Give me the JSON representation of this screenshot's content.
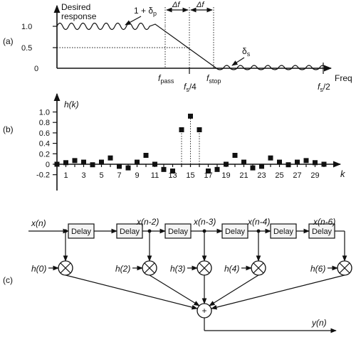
{
  "panel_a": {
    "label": "(a)",
    "title_line1": "Desired",
    "title_line2": "response",
    "passband_ripple_main": "1 + δ",
    "passband_ripple_sub": "p",
    "stopband_ripple_main": "δ",
    "stopband_ripple_sub": "s",
    "y_ticks": [
      "1.0",
      "0.5",
      "0"
    ],
    "delta_f": "Δf",
    "x_label": "Freq",
    "fpass_main": "f",
    "fpass_sub": "pass",
    "fs4_main": "f",
    "fs4_sub": "s",
    "fs4_suffix": "/4",
    "fstop_main": "f",
    "fstop_sub": "stop",
    "fs2_main": "f",
    "fs2_sub": "s",
    "fs2_suffix": "/2"
  },
  "panel_b": {
    "label": "(b)",
    "y_axis_label": "h(k)",
    "x_axis_label": "k",
    "y_ticks": [
      "1.0",
      "0.8",
      "0.6",
      "0.4",
      "0.2",
      "0",
      "-0.2"
    ],
    "x_ticks": [
      "1",
      "3",
      "5",
      "7",
      "9",
      "11",
      "13",
      "15",
      "17",
      "19",
      "21",
      "23",
      "25",
      "27",
      "29"
    ]
  },
  "chart_data": {
    "type": "scatter",
    "x_label": "k",
    "y_label": "h(k)",
    "ylim": [
      -0.2,
      1.0
    ],
    "x": [
      0,
      1,
      2,
      3,
      4,
      5,
      6,
      7,
      8,
      9,
      10,
      11,
      12,
      13,
      14,
      15,
      16,
      17,
      18,
      19,
      20,
      21,
      22,
      23,
      24,
      25,
      26,
      27,
      28,
      29,
      30
    ],
    "y": [
      0.0,
      0.03,
      0.07,
      0.04,
      -0.01,
      0.04,
      0.12,
      -0.04,
      -0.07,
      0.04,
      0.17,
      0.0,
      -0.1,
      -0.13,
      0.66,
      0.92,
      0.66,
      -0.13,
      -0.1,
      0.0,
      0.17,
      0.04,
      -0.07,
      -0.04,
      0.12,
      0.04,
      -0.01,
      0.04,
      0.07,
      0.03,
      0.0
    ]
  },
  "panel_c": {
    "label": "(c)",
    "input_label": "x(n)",
    "delay_label": "Delay",
    "tap_labels": [
      "x(n-2)",
      "x(n-3)",
      "x(n-4)",
      "x(n-6)"
    ],
    "coef_labels": [
      "h(0)",
      "h(2)",
      "h(3)",
      "h(4)",
      "h(6)"
    ],
    "sum_symbol": "+",
    "output_label": "y(n)"
  }
}
